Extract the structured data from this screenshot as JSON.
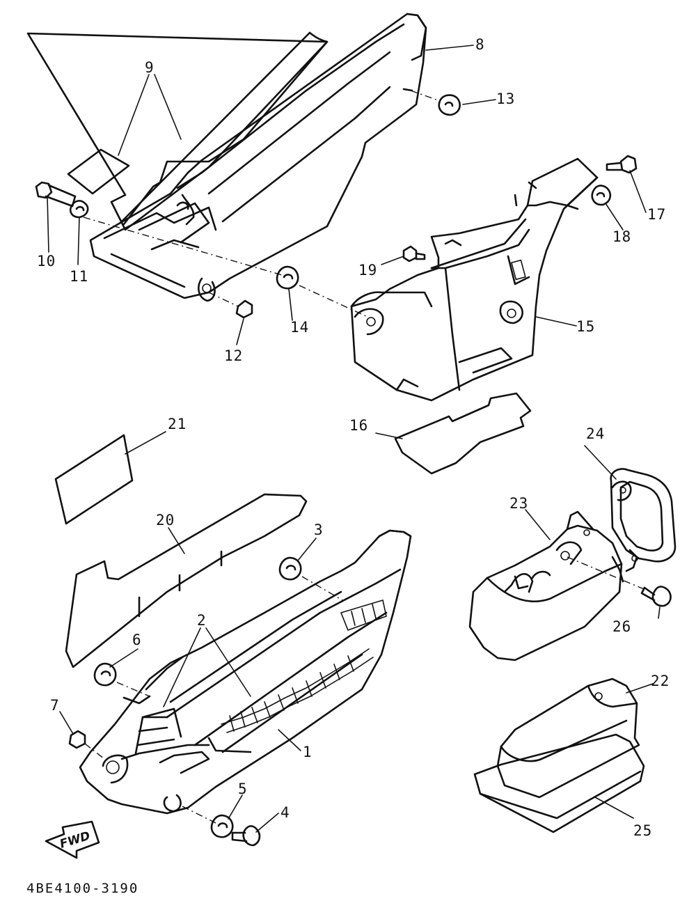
{
  "diagram": {
    "part_code": "4BE4100-3190",
    "fwd_label": "FWD",
    "callouts": [
      "1",
      "2",
      "3",
      "4",
      "5",
      "6",
      "7",
      "8",
      "9",
      "10",
      "11",
      "12",
      "13",
      "14",
      "15",
      "16",
      "17",
      "18",
      "19",
      "20",
      "21",
      "22",
      "23",
      "24",
      "25",
      "26"
    ]
  }
}
